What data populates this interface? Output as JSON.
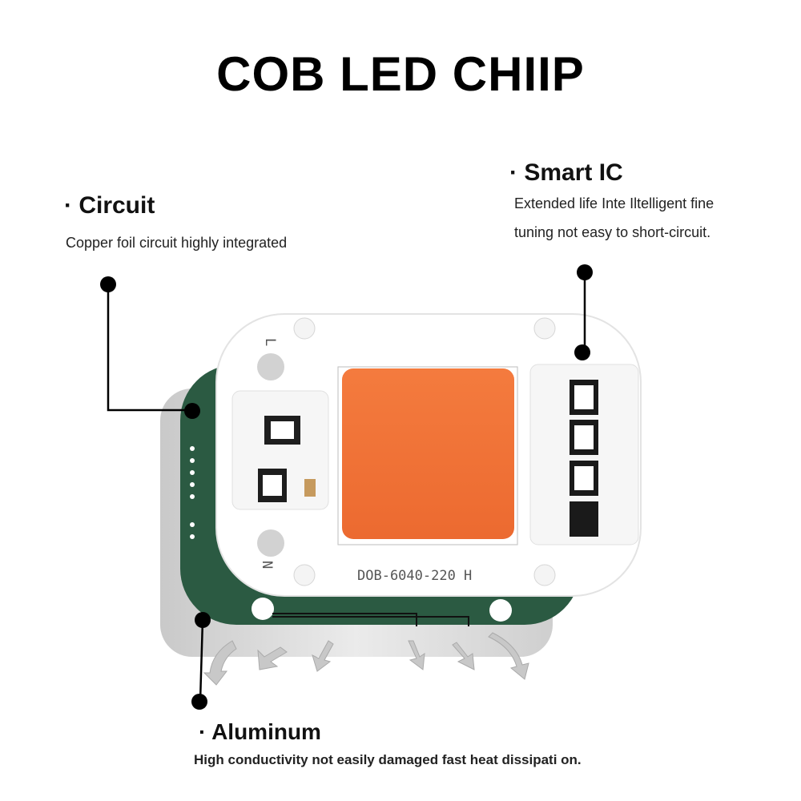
{
  "title": "COB LED CHIIP",
  "callouts": {
    "circuit": {
      "heading": "· Circuit",
      "description": "Copper foil circuit  highly integrated"
    },
    "smart_ic": {
      "heading": "· Smart IC",
      "description_line1": "Extended life Inte  Iltelligent fine",
      "description_line2": "tuning  not easy to short-circuit."
    },
    "aluminum": {
      "heading": "· Aluminum",
      "description": "High conductivity not easily  damaged fast heat dissipati  on."
    }
  },
  "chip": {
    "model_label": "DOB-6040-220  H",
    "pad_label_left": "N",
    "pad_label_top": "L",
    "led_color": "#f2743a",
    "board_color": "#ffffff",
    "pcb_color": "#2b5a42",
    "aluminum_color": "#d8d8d8"
  }
}
